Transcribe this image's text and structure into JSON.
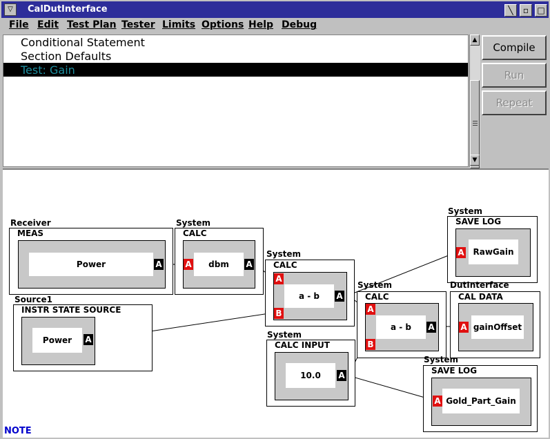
{
  "window": {
    "title": "CalDutInterface"
  },
  "menu": [
    "File",
    "Edit",
    "Test Plan",
    "Tester",
    "Limits",
    "Options",
    "Help",
    "Debug"
  ],
  "list": {
    "items": [
      "Conditional Statement",
      "Section Defaults",
      "Test: Gain"
    ],
    "selected_index": 2
  },
  "buttons": {
    "compile": "Compile",
    "run": "Run",
    "repeat": "Repeat"
  },
  "blocks": {
    "receiver": {
      "group": "Receiver",
      "type": "MEAS",
      "value": "Power"
    },
    "calc1": {
      "group": "System",
      "type": "CALC",
      "value": "dbm"
    },
    "calc2": {
      "group": "System",
      "type": "CALC",
      "value": "a - b"
    },
    "source": {
      "group": "Source1",
      "type": "INSTR STATE SOURCE",
      "value": "Power"
    },
    "savelog1": {
      "group": "System",
      "type": "SAVE LOG",
      "value": "RawGain"
    },
    "calc3": {
      "group": "System",
      "type": "CALC",
      "value": "a - b"
    },
    "caldata": {
      "group": "DutInterface",
      "type": "CAL DATA",
      "value": "gainOffset"
    },
    "calcinput": {
      "group": "System",
      "type": "CALC INPUT",
      "value": "10.0"
    },
    "savelog2": {
      "group": "System",
      "type": "SAVE LOG",
      "value": "Gold_Part_Gain"
    }
  },
  "ports": {
    "a": "A",
    "b": "B"
  },
  "status": {
    "note": "NOTE"
  },
  "colors": {
    "titlebar": "#2d2d9a",
    "selection_text": "#1e8fa0",
    "port_input": "#e01010",
    "port_output": "#000000",
    "note": "#0000cc"
  }
}
